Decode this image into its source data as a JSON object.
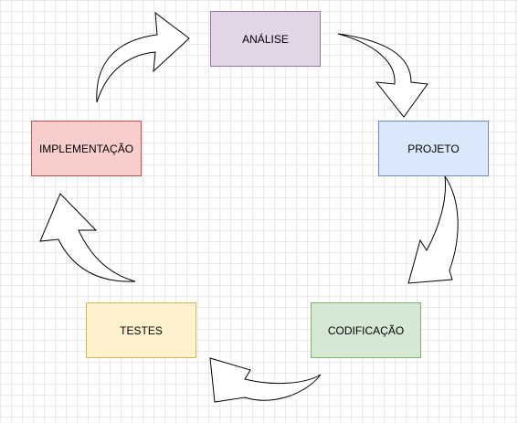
{
  "diagram": {
    "nodes": {
      "analise": "ANÁLISE",
      "projeto": "PROJETO",
      "codificacao": "CODIFICAÇÃO",
      "testes": "TESTES",
      "implementacao": "IMPLEMENTAÇÃO"
    },
    "colors": {
      "analise": {
        "fill": "#e1d5e7",
        "stroke": "#9673a6"
      },
      "projeto": {
        "fill": "#dae8fc",
        "stroke": "#6c8ebf"
      },
      "codificacao": {
        "fill": "#d5e8d4",
        "stroke": "#82b366"
      },
      "testes": {
        "fill": "#fff2cc",
        "stroke": "#d6b656"
      },
      "implementacao": {
        "fill": "#f8cecc",
        "stroke": "#b85450"
      }
    },
    "flow": [
      [
        "analise",
        "projeto"
      ],
      [
        "projeto",
        "codificacao"
      ],
      [
        "codificacao",
        "testes"
      ],
      [
        "testes",
        "implementacao"
      ],
      [
        "implementacao",
        "analise"
      ]
    ]
  }
}
